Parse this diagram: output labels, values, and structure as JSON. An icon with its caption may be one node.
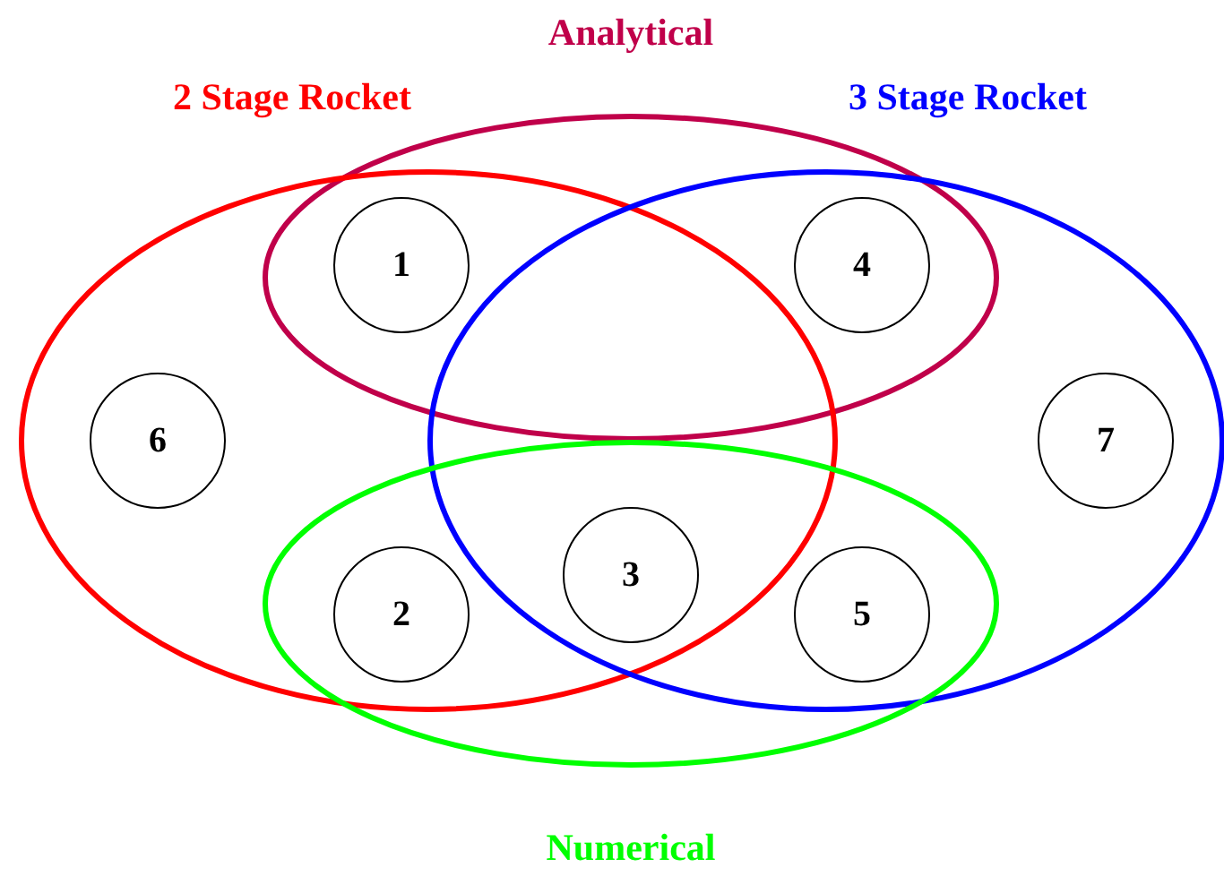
{
  "diagram": {
    "nodes": [
      {
        "text": [
          "Analytical"
        ]
      },
      {
        "text": [
          "2 Stage Rocket"
        ]
      },
      {
        "text": [
          "3 Stage Rocket"
        ]
      },
      {
        "text": [
          "Numerical"
        ]
      },
      {
        "text": [
          "1"
        ]
      },
      {
        "text": [
          "4"
        ]
      },
      {
        "text": [
          "6"
        ],
        "in": 1
      },
      {
        "text": [
          "7"
        ],
        "in": 2
      },
      {
        "text": [
          "3"
        ]
      },
      {
        "text": [
          "2"
        ]
      },
      {
        "text": [
          "5"
        ]
      }
    ],
    "edges": []
  }
}
